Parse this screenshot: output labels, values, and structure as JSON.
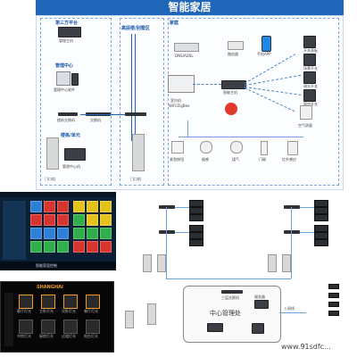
{
  "top": {
    "title": "智能家居",
    "third_party": "第三方平台",
    "manager_host": "管理主机",
    "management_center": "管理中心",
    "management_software": "管理中心软件",
    "access_switch": "楼栋交换机",
    "core_switch": "交换机",
    "community": "楼栋/单元",
    "door_station": "门口机",
    "mgmt_machine": "管理中心机",
    "floor_label": "高层楼/别墅区",
    "room_label": "家庭",
    "indoor_door_station": "门口机",
    "dns_box": "DNS/ADSL",
    "router": "路由器",
    "mobile_app": "手机APP",
    "smart_gateway": "智能主机",
    "indoor_label": "室内机",
    "wifi_zigbee": "WiFi/ZigBee",
    "panels": [
      "开关面板",
      "场景开关",
      "调光开关",
      "窗帘开关"
    ],
    "air": "空气质量",
    "sensors": [
      "紧急按钮",
      "烟感",
      "煤气",
      "门磁",
      "红外感应"
    ]
  },
  "app_tablet": {
    "footer_text": "智能家居控制"
  },
  "app_phone": {
    "brand": "SHANGHAI",
    "buttons": [
      "客厅灯光",
      "主卧灯光",
      "次卧灯光",
      "餐厅灯光",
      "书房灯光",
      "厨房灯光",
      "过道灯光",
      "阳台灯光"
    ]
  },
  "network": {
    "center_label": "中心管理处",
    "core_switch": "三层交换机",
    "internet": "入网线",
    "server": "服务器",
    "watermark": "www.91sdfc..."
  },
  "colors": {
    "title_blue": "#1f66b8",
    "tile_blue": "#2e7fd6",
    "tile_red": "#d8352e",
    "tile_yellow": "#e5c21a",
    "tile_green": "#2fae4a",
    "phone_orange": "#f39a2d"
  }
}
